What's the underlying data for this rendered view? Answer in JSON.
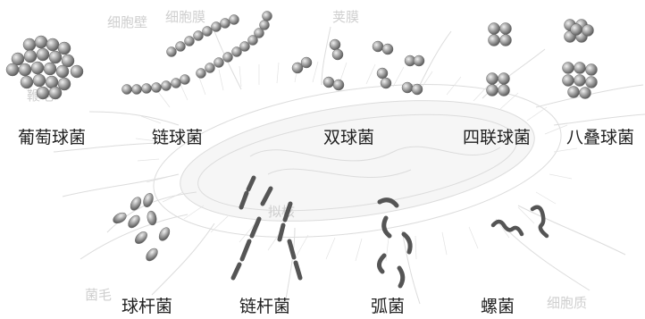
{
  "colors": {
    "cell_outline": "#d8d8d8",
    "cell_fill": "#f3f3f3",
    "bacteria_dark": "#4a4a4a",
    "bacteria_light": "#b8b8b8",
    "label_text": "#222222"
  },
  "labels": {
    "staphylococcus": "葡萄球菌",
    "streptococcus": "链球菌",
    "diplococcus": "双球菌",
    "tetrad": "四联球菌",
    "sarcina": "八叠球菌",
    "coccobacillus": "球杆菌",
    "streptobacillus": "链杆菌",
    "vibrio": "弧菌",
    "spirillum": "螺菌"
  },
  "background_labels": {
    "cell_wall": "细胞壁",
    "cell_membrane": "细胞膜",
    "capsule": "荚膜",
    "cytoplasm": "细胞质",
    "flagella": "鞭毛",
    "pili": "菌毛",
    "nucleoid": "拟核"
  }
}
